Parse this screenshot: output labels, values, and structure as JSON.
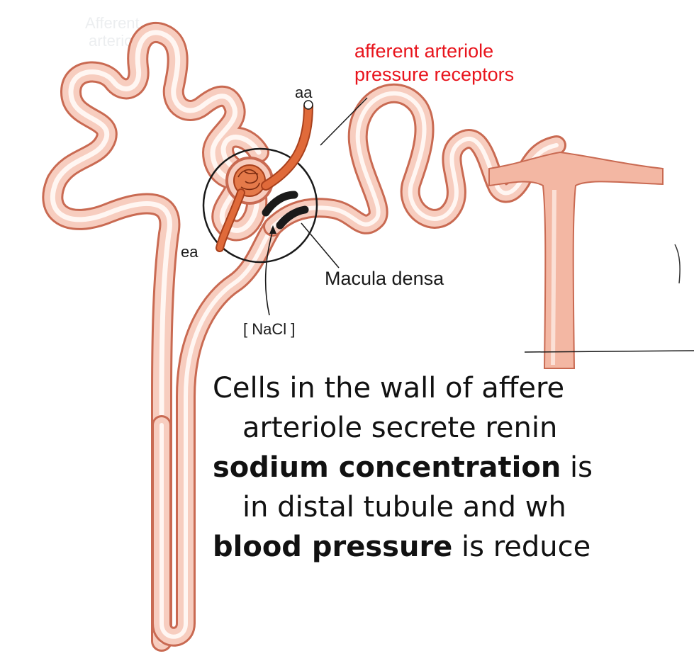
{
  "labels": {
    "red_line1": "afferent arteriole",
    "red_line2": "pressure receptors",
    "aa": "aa",
    "ea": "ea",
    "macula_densa": "Macula densa",
    "nacl": "[ NaCl ]"
  },
  "caption": {
    "line1": "Cells in the wall of  affere",
    "line2": "arteriole secrete renin",
    "line3_bold": "sodium concentration",
    "line3_rest": " is",
    "line4": "in distal tubule and wh",
    "line5_bold": "blood pressure",
    "line5_rest": " is reduce"
  },
  "colors": {
    "tubule_fill": "#f6c8b8",
    "tubule_edge": "#d0735a",
    "arteriole": "#e06a3a",
    "macula": "#1a1a1a",
    "accent_red": "#e8141c"
  }
}
